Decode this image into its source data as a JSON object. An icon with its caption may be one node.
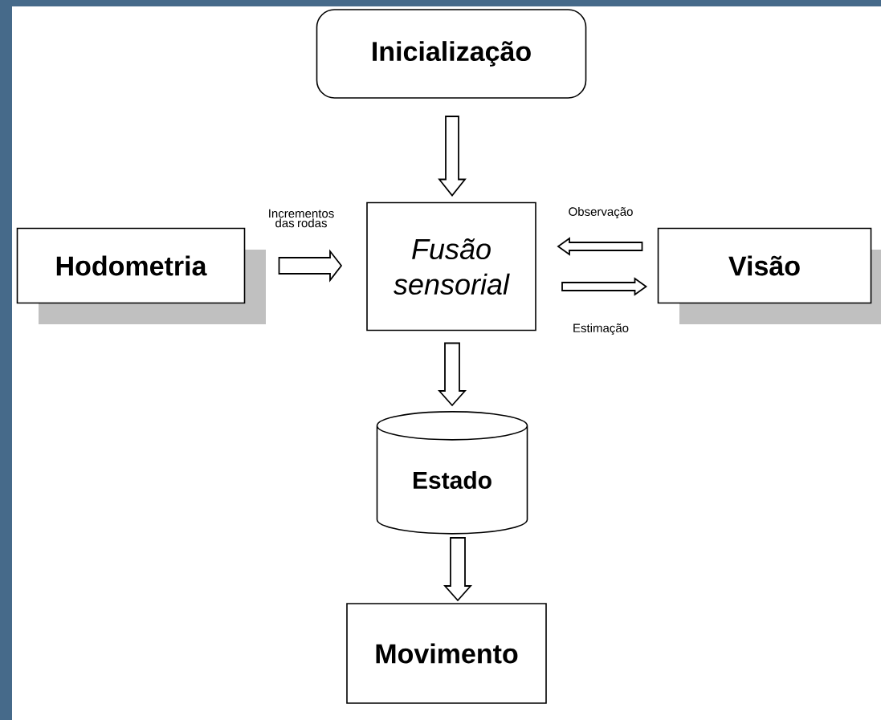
{
  "diagram": {
    "nodes": [
      {
        "text": [
          "Inicialização"
        ]
      },
      {
        "text": [
          "Hodometria"
        ]
      },
      {
        "text": [
          "Fusão sensorial"
        ]
      },
      {
        "text": [
          "Visão"
        ]
      },
      {
        "text": [
          "Estado"
        ]
      },
      {
        "text": [
          "Movimento"
        ]
      }
    ],
    "edges": [
      {
        "from": 0,
        "to": 2,
        "arrow": "to"
      },
      {
        "from": 1,
        "to": 2,
        "arrow": "to",
        "label": "Incrementos das rodas"
      },
      {
        "from": 3,
        "to": 2,
        "arrow": "to",
        "label": "Observação"
      },
      {
        "from": 2,
        "to": 3,
        "arrow": "to",
        "label": "Estimação"
      },
      {
        "from": 2,
        "to": 4,
        "arrow": "to"
      },
      {
        "from": 4,
        "to": 5,
        "arrow": "to"
      }
    ]
  }
}
